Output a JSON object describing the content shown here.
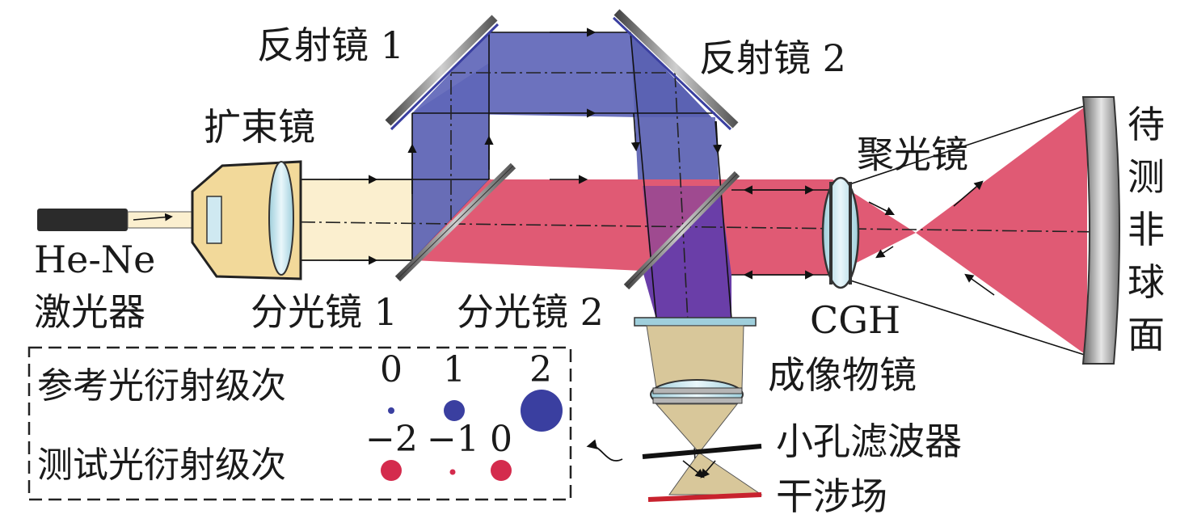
{
  "labels": {
    "laser_line1": "He-Ne",
    "laser_line2": "激光器",
    "beam_expander": "扩束镜",
    "mirror1": "反射镜 1",
    "mirror2": "反射镜 2",
    "beam_splitter1": "分光镜 1",
    "beam_splitter2": "分光镜 2",
    "condenser": "聚光镜",
    "cgh": "CGH",
    "imaging_lens": "成像物镜",
    "pinhole_filter": "小孔滤波器",
    "interference_field": "干涉场",
    "test_asphere_chars": [
      "待",
      "测",
      "非",
      "球",
      "面"
    ]
  },
  "legend": {
    "ref_row_label": "参考光衍射级次",
    "test_row_label": "测试光衍射级次",
    "ref_orders": [
      "0",
      "1",
      "2"
    ],
    "test_orders": [
      "−2",
      "−1",
      "0"
    ]
  },
  "colors": {
    "expanded_beam": "#fbefcf",
    "reference_beam": "#5b62b4",
    "test_beam": "#e05a74",
    "combined_beam": "#6a3ea8",
    "expander_body": "#f2d99a",
    "lens_glass": "#cfe9f1",
    "imaging_cone": "#d8c79a",
    "mirror_gray": "#8c8c8c"
  }
}
